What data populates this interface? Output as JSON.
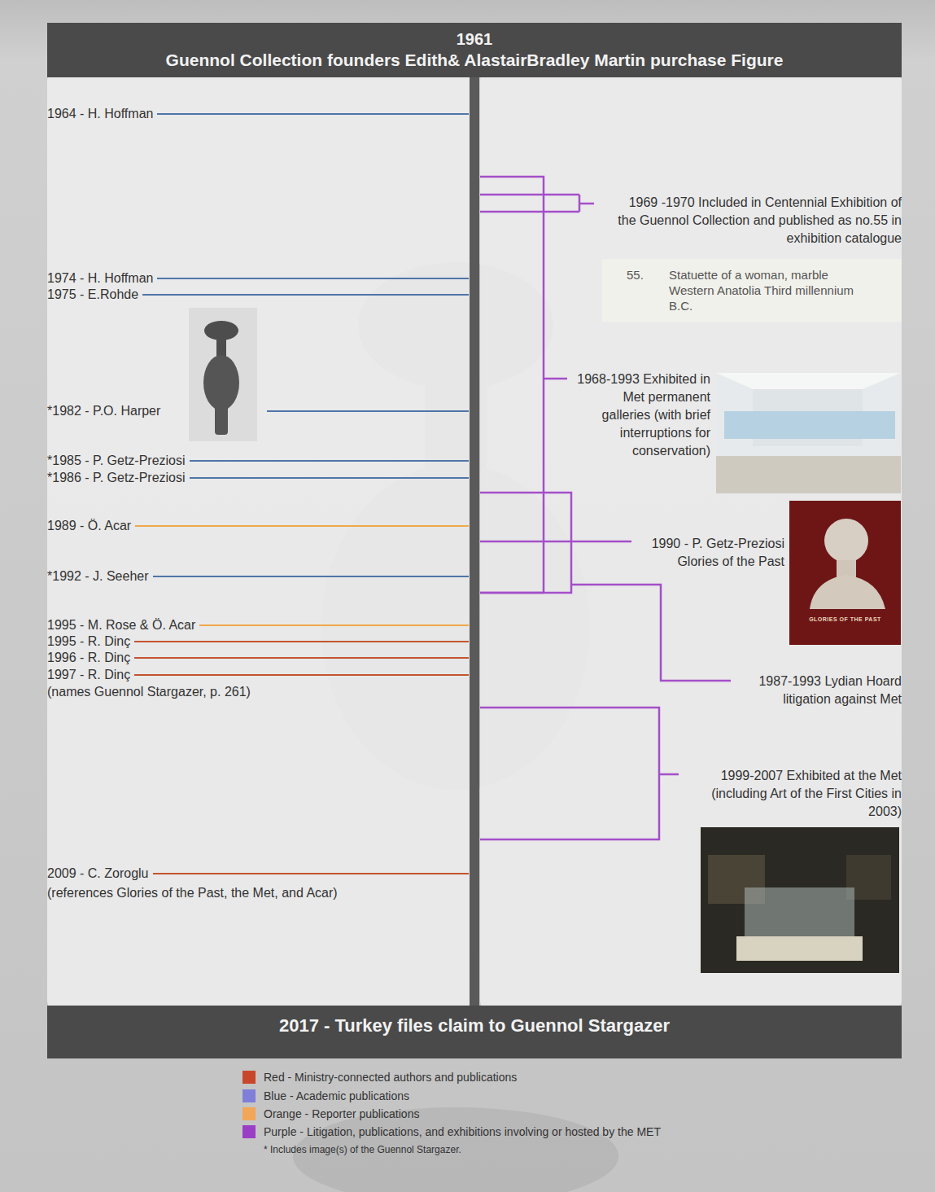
{
  "diagram": {
    "nodes": [
      {
        "text": [
          "1961",
          "Guennol Collection founders Edith& AlastairBradley Martin purchase Figure"
        ]
      },
      {
        "text": [
          "55.",
          "Statuette of a woman, marble Western Anatolia Third millennium B.C."
        ]
      },
      {
        "text": [
          "2017 - Turkey files claim to Guennol Stargazer"
        ]
      }
    ],
    "edges": [
      {
        "from": 0,
        "to": 2,
        "arrow": "none"
      }
    ],
    "labels": [
      "1964 - H. Hoffman",
      "1974 - H. Hoffman",
      "1975 - E.Rohde",
      "*1982 - P.O. Harper",
      "*1985 - P. Getz-Preziosi",
      "*1986 - P. Getz-Preziosi",
      "1989 - Ö. Acar",
      "*1992 - J. Seeher",
      "1995 - M. Rose & Ö. Acar",
      "1995 - R. Dinç",
      "1996 - R. Dinç",
      "1997 - R. Dinç",
      "(names Guennol Stargazer, p. 261)",
      "2009 - C. Zoroglu",
      "(references Glories of the Past, the Met, and Acar)",
      "1969 -1970 Included in Centennial Exhibition of the Guennol Collection and published as no.55 in exhibition catalogue",
      "1968-1993 Exhibited in Met permanent galleries (with brief interruptions for conservation)",
      "1990 - P. Getz-Preziosi Glories of the Past",
      "GLORIES OF THE PAST",
      "1987-1993 Lydian Hoard litigation against Met",
      "1999-2007 Exhibited at the Met (including Art of the First Cities in 2003)",
      "* Includes image(s) of the Guennol Stargazer."
    ],
    "legend": [
      {
        "text": "Red - Ministry-connected authors and publications",
        "color": "#c8472b"
      },
      {
        "text": "Blue - Academic publications",
        "color": "#7f7fd9"
      },
      {
        "text": "Orange - Reporter publications",
        "color": "#f2a658"
      },
      {
        "text": "Purple - Litigation, publications, and exhibitions involving or hosted by the MET",
        "color": "#9b3ec6"
      }
    ]
  }
}
